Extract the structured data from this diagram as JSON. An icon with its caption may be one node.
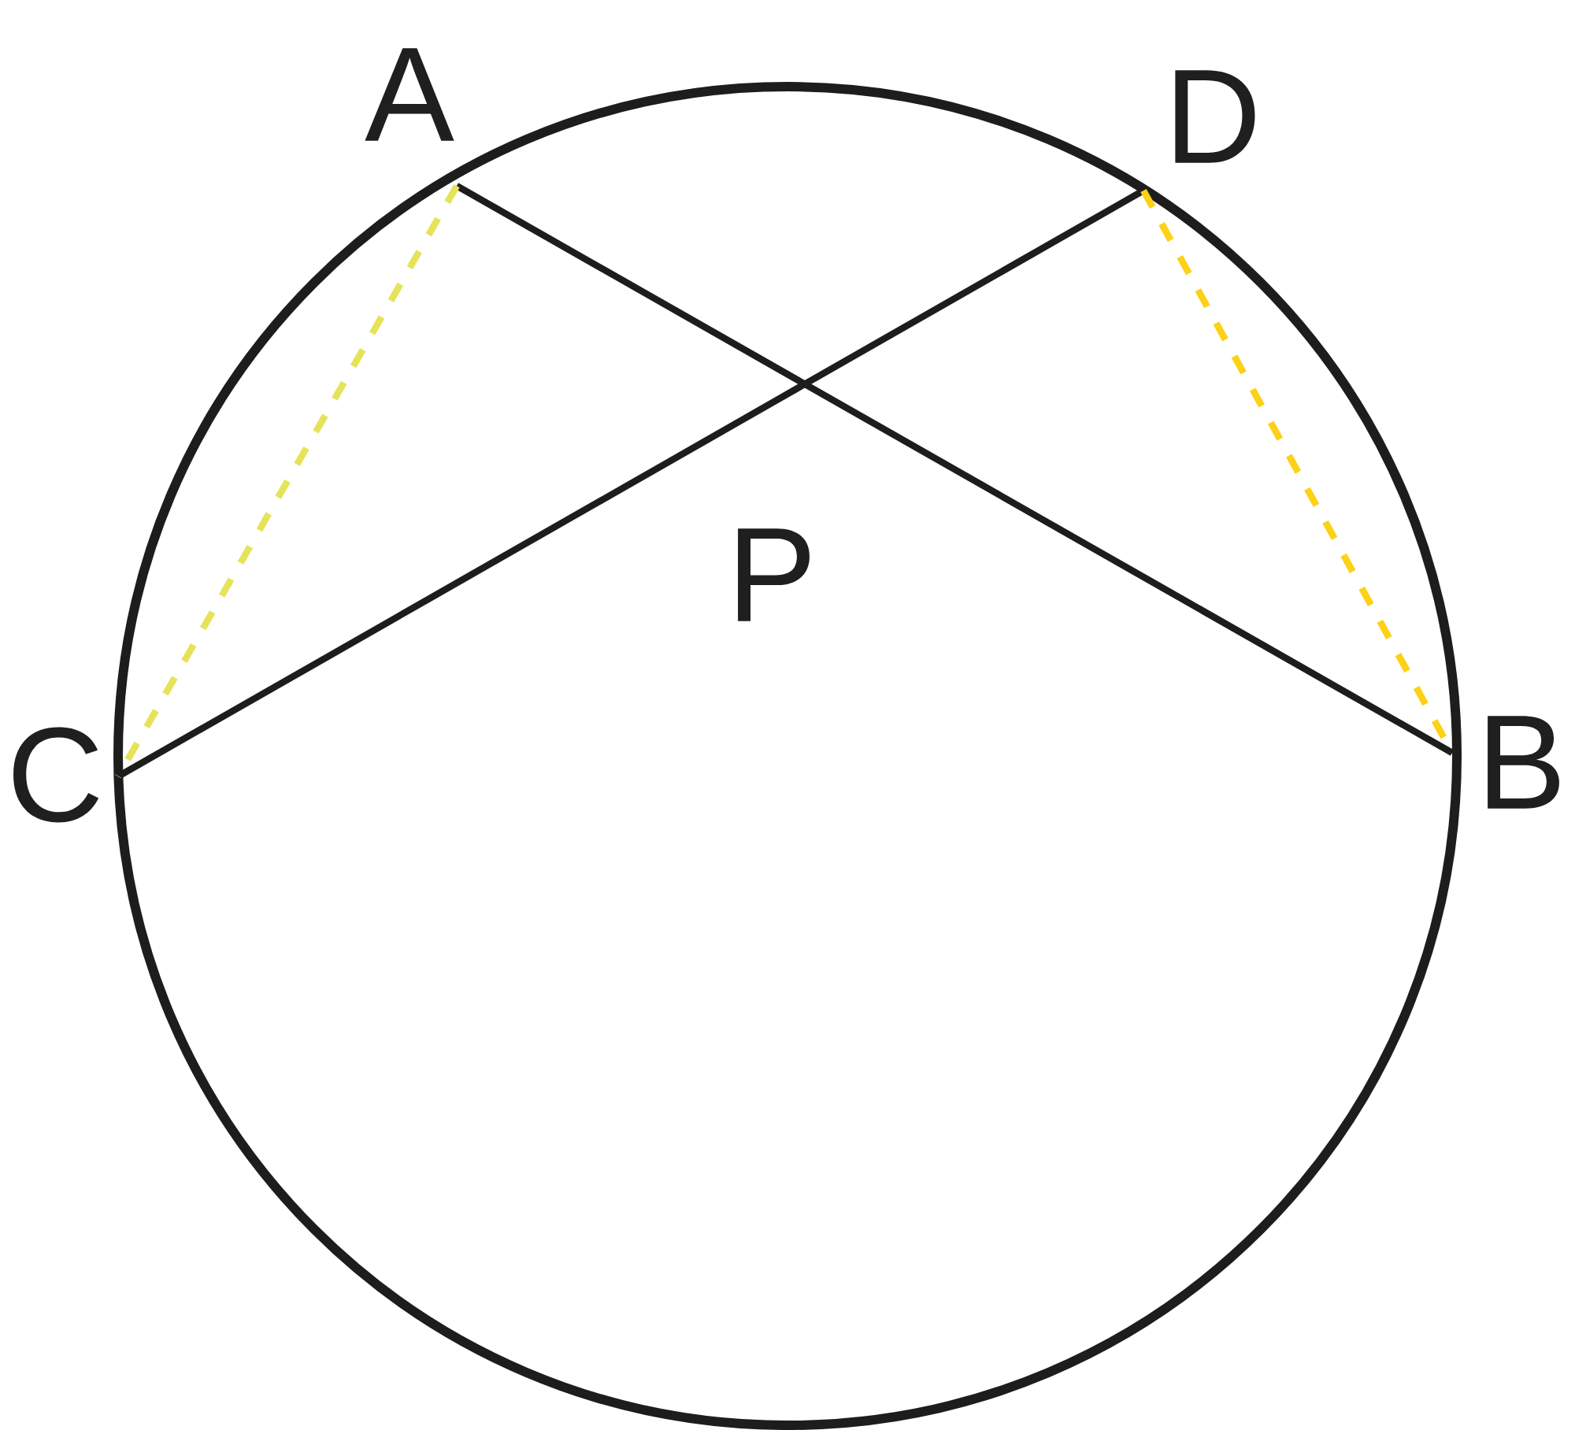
{
  "diagram": {
    "nodes": [
      {
        "text": [
          "A"
        ]
      },
      {
        "text": [
          "B"
        ]
      },
      {
        "text": [
          "C"
        ]
      },
      {
        "text": [
          "D"
        ]
      }
    ],
    "edges": [
      {
        "from": 0,
        "to": 1,
        "arrow": "none"
      },
      {
        "from": 2,
        "to": 3,
        "arrow": "none"
      },
      {
        "from": 0,
        "to": 2,
        "arrow": "none",
        "style": "dashed",
        "color": "#e6e35a"
      },
      {
        "from": 3,
        "to": 1,
        "arrow": "none",
        "style": "dashed",
        "color": "#fcd116"
      }
    ],
    "labels": [
      "P"
    ]
  }
}
